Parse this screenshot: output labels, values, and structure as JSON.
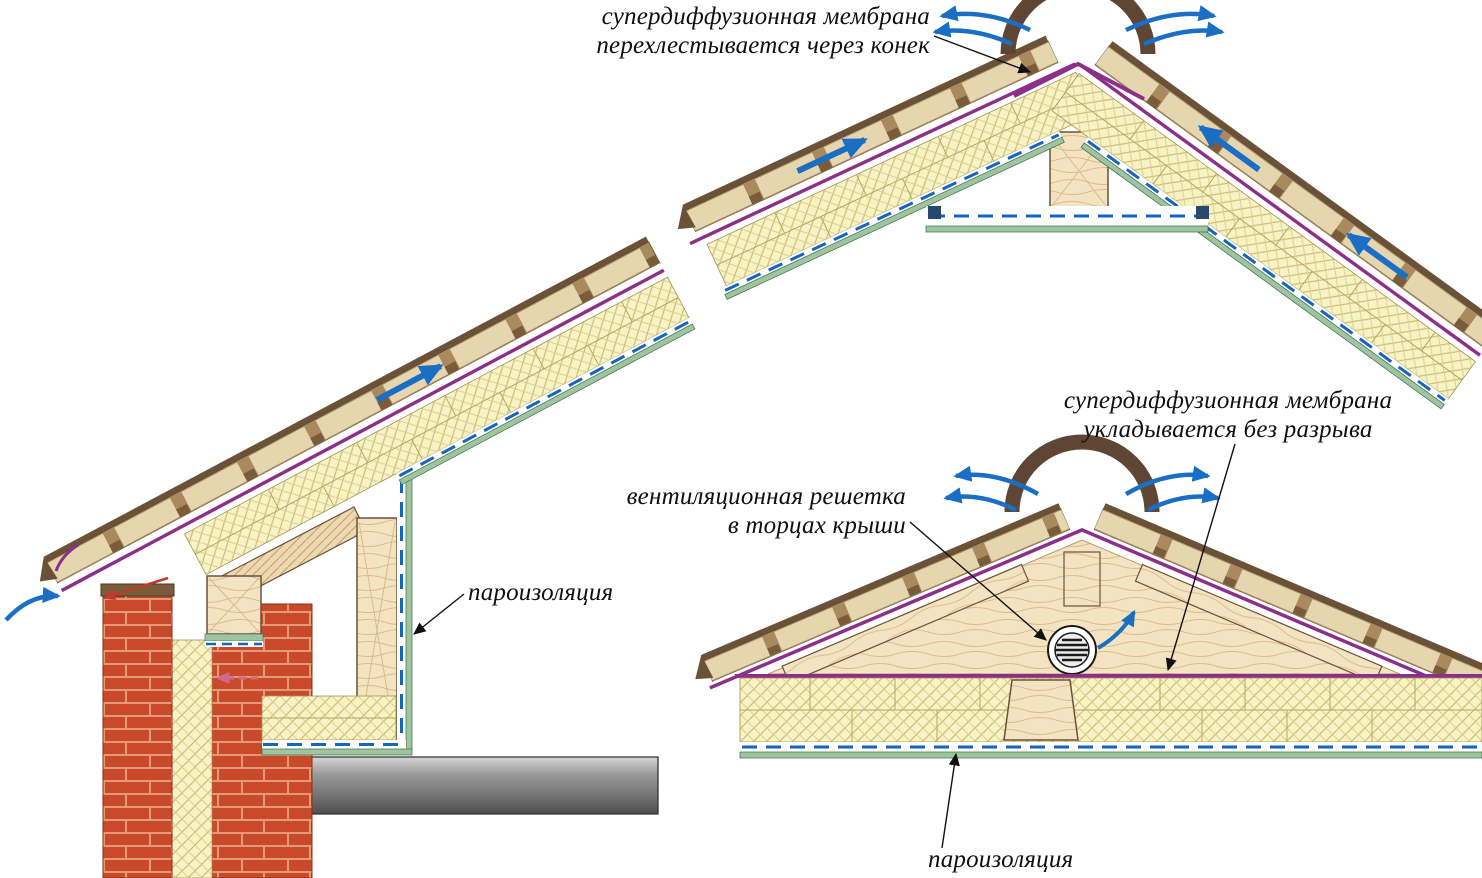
{
  "labels": {
    "ridge_overlap": "супердиффузионная мембрана\nперехлестывается через конек",
    "membrane_no_break": "супердиффузионная мембрана\nукладывается без разрыва",
    "vent_grille": "вентиляционная решетка\nв торцах крыши",
    "vapor_barrier_left": "пароизоляция",
    "vapor_barrier_bottom": "пароизоляция"
  },
  "colors": {
    "background": "#ffffff",
    "insulation_fill": "#f8f3c4",
    "insulation_hatch": "#cdbd76",
    "membrane_purple": "#8b2f8b",
    "vapor_barrier_blue": "#1565c0",
    "sheathing_green": "#9fc5a0",
    "tile_dark_brown": "#6b5138",
    "tile_beige": "#e6d6b0",
    "brick_red": "#c84a2a",
    "wood_light": "#f4e3c1",
    "airflow_blue": "#1a6fc4",
    "beam_gray": "#8a8a8a",
    "text": "#101010"
  }
}
